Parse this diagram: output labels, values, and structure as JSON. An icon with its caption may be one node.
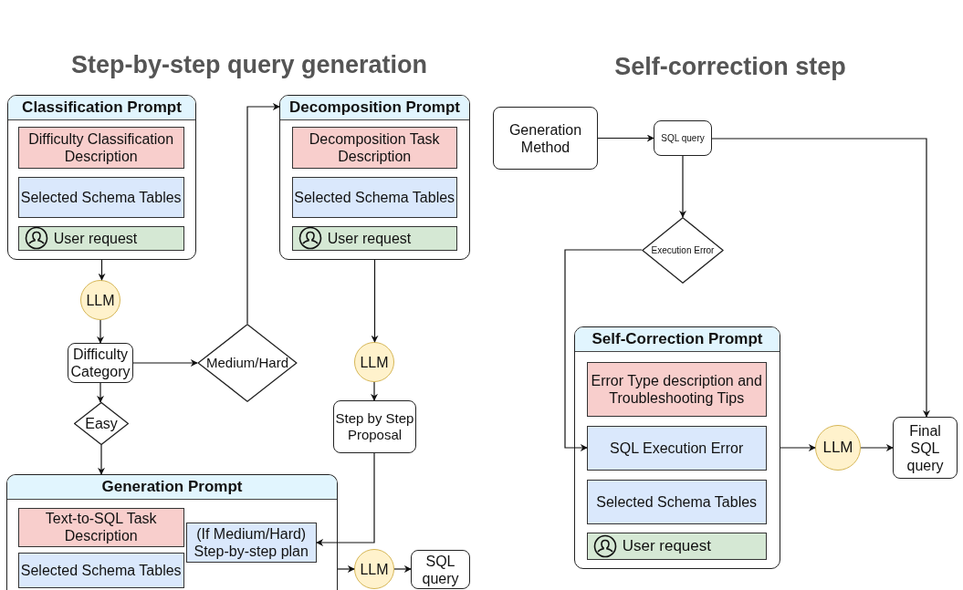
{
  "diagram": {
    "nodes": [
      {
        "text": [
          "Classification Prompt"
        ]
      },
      {
        "text": [
          "Difficulty Classification Description"
        ],
        "in": 0
      },
      {
        "text": [
          "Selected Schema Tables"
        ],
        "in": 0
      },
      {
        "text": [
          "User request"
        ],
        "in": 0
      },
      {
        "text": [
          "LLM"
        ]
      },
      {
        "text": [
          "Difficulty Category"
        ]
      },
      {
        "text": [
          "Medium/Hard"
        ]
      },
      {
        "text": [
          "Easy"
        ]
      },
      {
        "text": [
          "Decomposition Prompt"
        ]
      },
      {
        "text": [
          "Decomposition Task Description"
        ],
        "in": 8
      },
      {
        "text": [
          "Selected Schema Tables"
        ],
        "in": 8
      },
      {
        "text": [
          "User request"
        ],
        "in": 8
      },
      {
        "text": [
          "LLM"
        ]
      },
      {
        "text": [
          "Step by Step Proposal"
        ]
      },
      {
        "text": [
          "Generation Prompt"
        ]
      },
      {
        "text": [
          "Text-to-SQL Task Description"
        ],
        "in": 14
      },
      {
        "text": [
          "(If Medium/Hard) Step-by-step plan"
        ],
        "in": 14
      },
      {
        "text": [
          "Selected Schema Tables"
        ],
        "in": 14
      },
      {
        "text": [
          "LLM"
        ]
      },
      {
        "text": [
          "SQL query"
        ]
      },
      {
        "text": [
          "Generation Method"
        ]
      },
      {
        "text": [
          "SQL query"
        ]
      },
      {
        "text": [
          "Execution Error"
        ]
      },
      {
        "text": [
          "Self-Correction Prompt"
        ]
      },
      {
        "text": [
          "Error Type description and Troubleshooting Tips"
        ],
        "in": 23
      },
      {
        "text": [
          "SQL Execution Error"
        ],
        "in": 23
      },
      {
        "text": [
          "Selected Schema Tables"
        ],
        "in": 23
      },
      {
        "text": [
          "User request"
        ],
        "in": 23
      },
      {
        "text": [
          "LLM"
        ]
      },
      {
        "text": [
          "Final SQL query"
        ]
      }
    ],
    "edges": [
      {
        "from": 0,
        "to": 4,
        "arrow": "to"
      },
      {
        "from": 4,
        "to": 5,
        "arrow": "to"
      },
      {
        "from": 5,
        "to": 6,
        "arrow": "to"
      },
      {
        "from": 5,
        "to": 7,
        "arrow": "to"
      },
      {
        "from": 6,
        "to": 8,
        "arrow": "to"
      },
      {
        "from": 7,
        "to": 14,
        "arrow": "to"
      },
      {
        "from": 8,
        "to": 12,
        "arrow": "to"
      },
      {
        "from": 12,
        "to": 13,
        "arrow": "to"
      },
      {
        "from": 13,
        "to": 16,
        "arrow": "to"
      },
      {
        "from": 14,
        "to": 18,
        "arrow": "to"
      },
      {
        "from": 18,
        "to": 19,
        "arrow": "to"
      },
      {
        "from": 20,
        "to": 21,
        "arrow": "to"
      },
      {
        "from": 21,
        "to": 22,
        "arrow": "to"
      },
      {
        "from": 21,
        "to": 29,
        "arrow": "to"
      },
      {
        "from": 22,
        "to": 25,
        "arrow": "to"
      },
      {
        "from": 23,
        "to": 28,
        "arrow": "to"
      },
      {
        "from": 28,
        "to": 29,
        "arrow": "to"
      }
    ],
    "labels": [
      "Step-by-step query generation",
      "Self-correction step"
    ]
  }
}
